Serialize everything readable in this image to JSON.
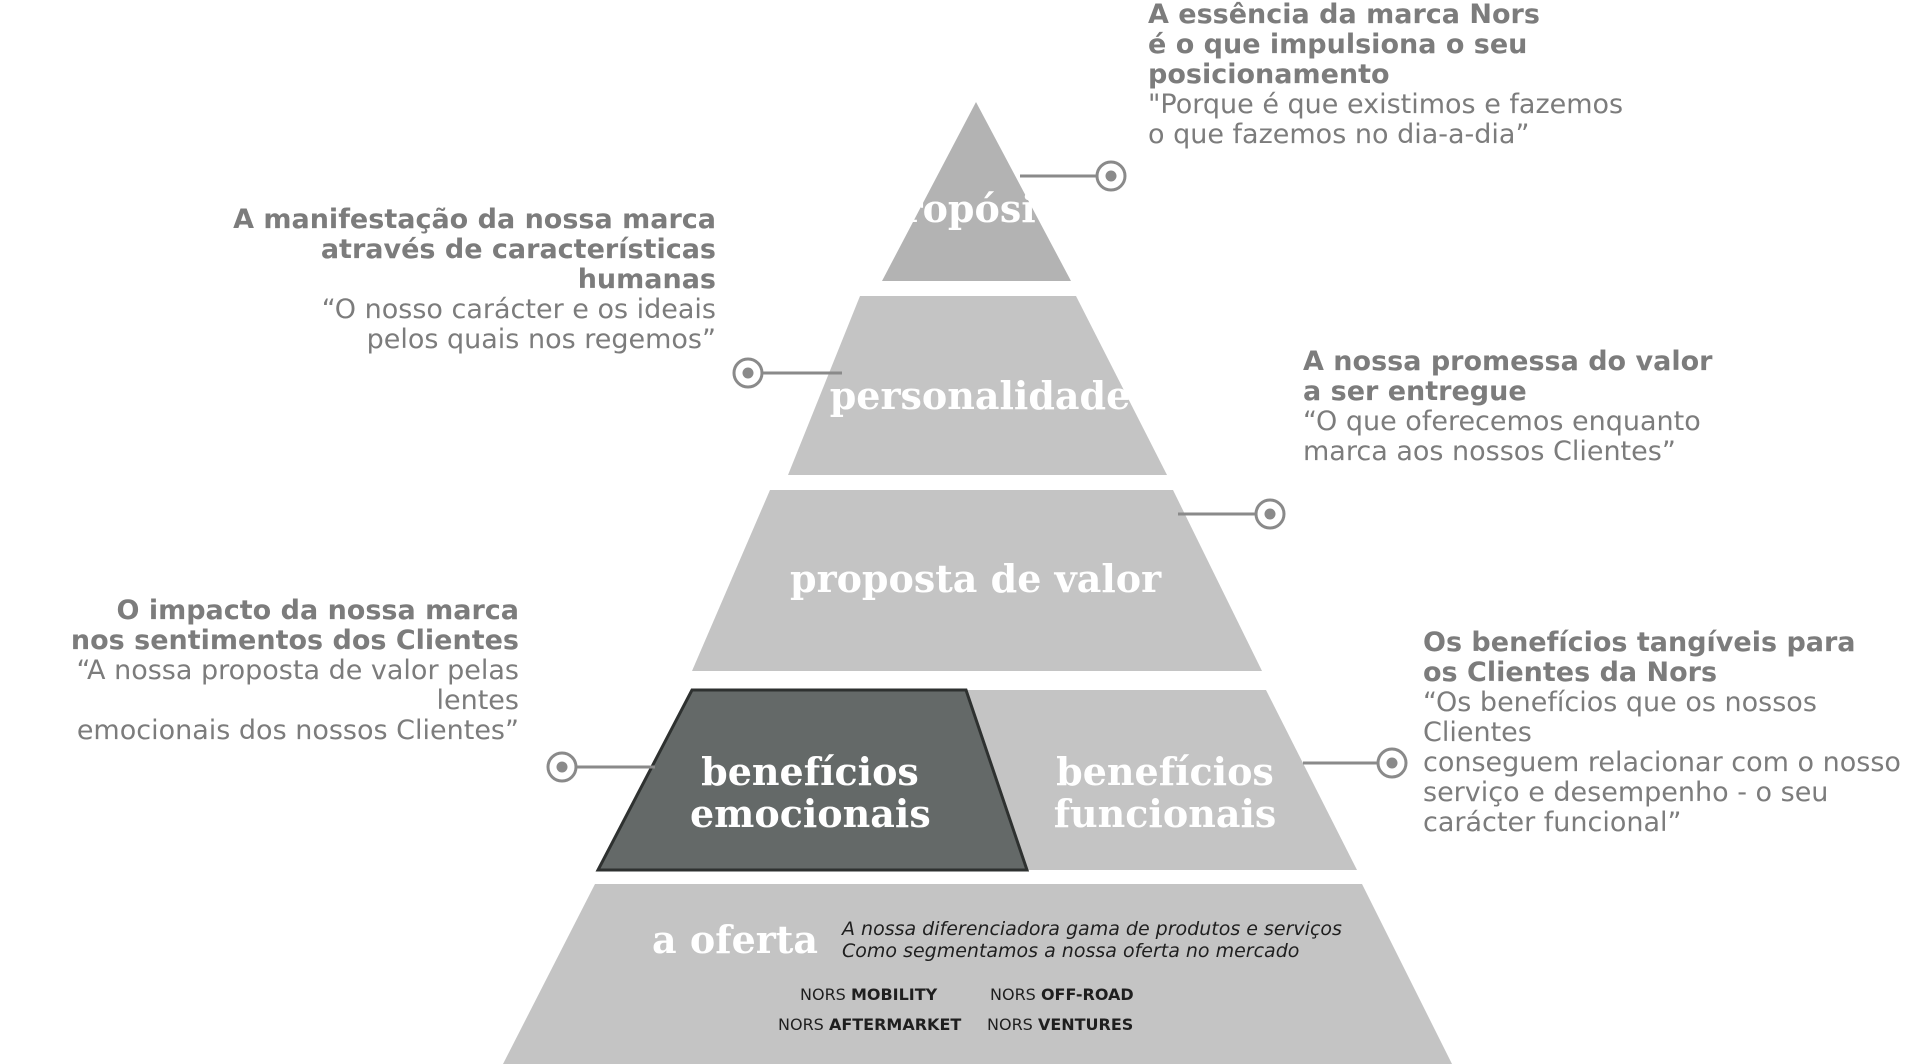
{
  "colors": {
    "tier_fill": "#c4c4c4",
    "top_fill": "#b3b3b3",
    "emocionais_fill": "#646968",
    "connector": "#8a8a8a",
    "text": "#7c7c7c"
  },
  "labels": {
    "proposito": "propósito",
    "personalidade": "personalidade",
    "proposta": "proposta de valor",
    "emocionais_1": "benefícios",
    "emocionais_2": "emocionais",
    "funcionais_1": "benefícios",
    "funcionais_2": "funcionais",
    "oferta": "a oferta"
  },
  "descriptions": {
    "proposito": {
      "b1": "A essência da marca Nors",
      "b2": "é o que impulsiona o seu posicionamento",
      "q1": "\"Porque é que existimos e fazemos",
      "q2": "o que fazemos no dia-a-dia”"
    },
    "personalidade": {
      "b1": "A manifestação da nossa marca",
      "b2": "através de características humanas",
      "q1": "“O nosso carácter e os ideais",
      "q2": "pelos quais nos regemos”"
    },
    "proposta": {
      "b1": "A nossa promessa do valor",
      "b2": "a ser entregue",
      "q1": "“O que oferecemos enquanto",
      "q2": "marca aos nossos Clientes”"
    },
    "emocionais": {
      "b1": "O impacto da nossa marca",
      "b2": "nos sentimentos dos Clientes",
      "q1": "“A nossa proposta de valor pelas lentes",
      "q2": "emocionais dos nossos Clientes”"
    },
    "funcionais": {
      "b1": "Os benefícios tangíveis para",
      "b2": "os Clientes da Nors",
      "q1": "“Os benefícios que os nossos Clientes",
      "q2": "conseguem relacionar com o nosso",
      "q3": "serviço e desempenho - o seu",
      "q4": "carácter funcional”"
    }
  },
  "oferta": {
    "line1": "A nossa diferenciadora gama de produtos e serviços",
    "line2": "Como segmentamos a nossa oferta no mercado"
  },
  "brands": [
    {
      "prefix": "NORS",
      "name": "MOBILITY"
    },
    {
      "prefix": "NORS",
      "name": "OFF-ROAD"
    },
    {
      "prefix": "NORS",
      "name": "AFTERMARKET"
    },
    {
      "prefix": "NORS",
      "name": "VENTURES"
    }
  ]
}
